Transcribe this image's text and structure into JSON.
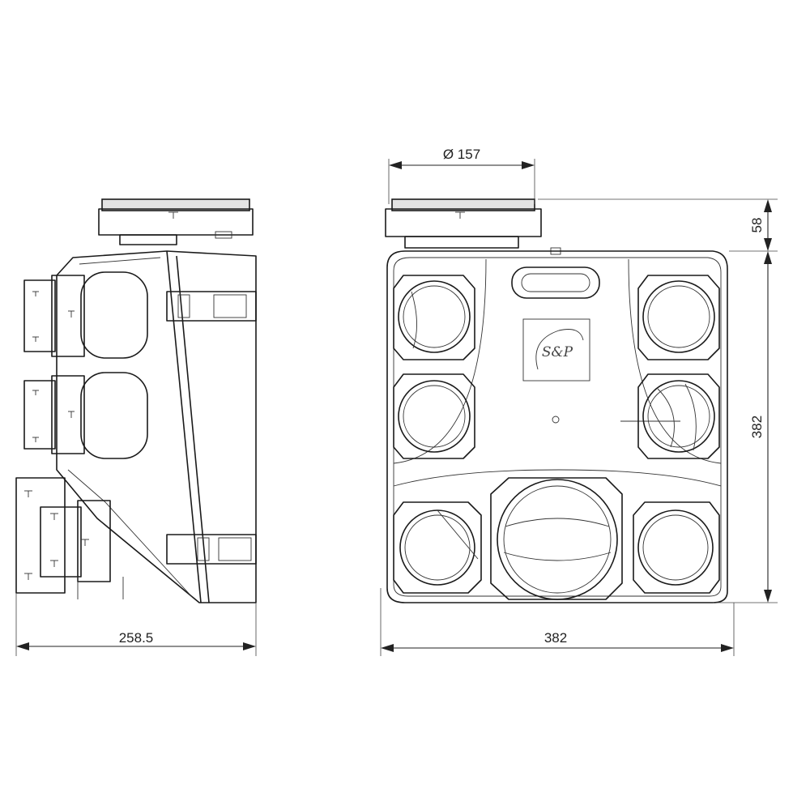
{
  "dimensions": {
    "side_width": "258.5",
    "front_width": "382",
    "front_height": "382",
    "collar_height": "58",
    "collar_diameter": "Ø 157"
  },
  "logo": {
    "text": "S&P"
  }
}
